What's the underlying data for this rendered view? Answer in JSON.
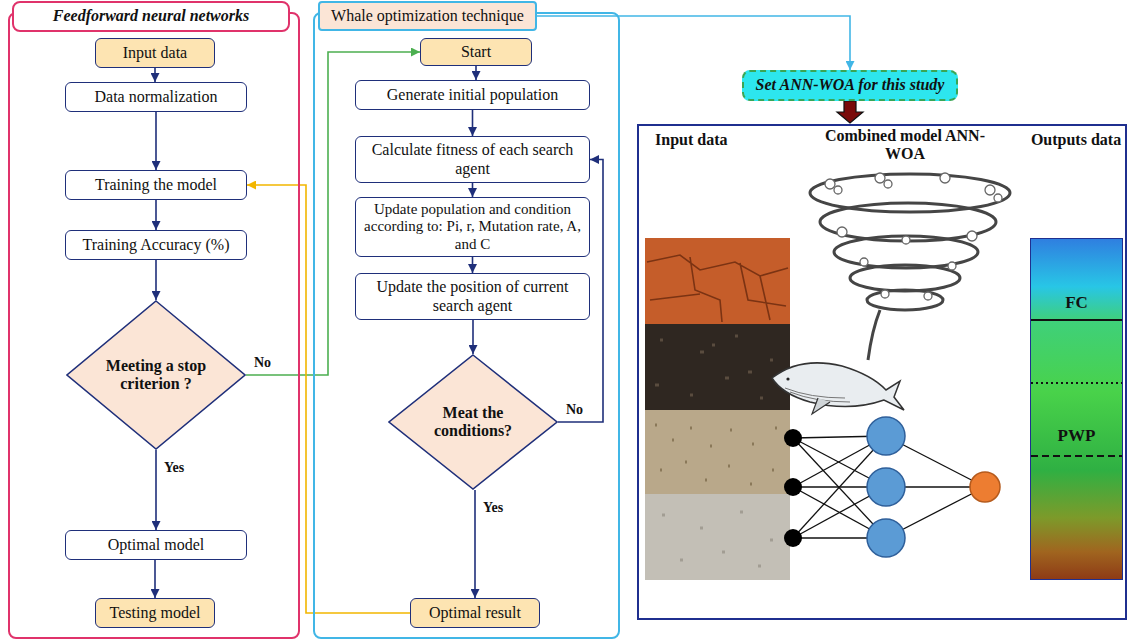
{
  "diagram": {
    "nodes": [
      {
        "text": [
          "Feedforward neural networks"
        ]
      },
      {
        "text": [
          "Input data"
        ],
        "in": 0
      },
      {
        "text": [
          "Data normalization"
        ],
        "in": 0
      },
      {
        "text": [
          "Training the model"
        ],
        "in": 0
      },
      {
        "text": [
          "Training Accuracy (%)"
        ],
        "in": 0
      },
      {
        "text": [
          "Meeting a stop criterion ?"
        ],
        "in": 0
      },
      {
        "text": [
          "Optimal model"
        ],
        "in": 0
      },
      {
        "text": [
          "Testing model"
        ],
        "in": 0
      },
      {
        "text": [
          "Whale optimization technique"
        ]
      },
      {
        "text": [
          "Start"
        ],
        "in": 8
      },
      {
        "text": [
          "Generate initial population"
        ],
        "in": 8
      },
      {
        "text": [
          "Calculate fitness of each search agent"
        ],
        "in": 8
      },
      {
        "text": [
          "Update population and condition according to: Pi, r, Mutation rate, A, and C"
        ],
        "in": 8
      },
      {
        "text": [
          "Update the position of current search agent"
        ],
        "in": 8
      },
      {
        "text": [
          "Meat the conditions?"
        ],
        "in": 8
      },
      {
        "text": [
          "Optimal result"
        ],
        "in": 8
      },
      {
        "text": [
          "Set ANN-WOA for this study"
        ]
      },
      {
        "text": [
          "Input data",
          "Combined model ANN-WOA",
          "Outputs data"
        ]
      },
      {
        "text": [
          "FC",
          "PWP"
        ],
        "in": 17
      }
    ],
    "edges": [
      {
        "from": 1,
        "to": 2,
        "arrow": "to"
      },
      {
        "from": 2,
        "to": 3,
        "arrow": "to"
      },
      {
        "from": 3,
        "to": 4,
        "arrow": "to"
      },
      {
        "from": 4,
        "to": 5,
        "arrow": "to"
      },
      {
        "from": 5,
        "to": 6,
        "label": "Yes",
        "arrow": "to"
      },
      {
        "from": 6,
        "to": 7,
        "arrow": "to"
      },
      {
        "from": 5,
        "to": 9,
        "label": "No",
        "arrow": "to"
      },
      {
        "from": 9,
        "to": 10,
        "arrow": "to"
      },
      {
        "from": 10,
        "to": 11,
        "arrow": "to"
      },
      {
        "from": 11,
        "to": 12,
        "arrow": "to"
      },
      {
        "from": 12,
        "to": 13,
        "arrow": "to"
      },
      {
        "from": 13,
        "to": 14,
        "arrow": "to"
      },
      {
        "from": 14,
        "to": 15,
        "label": "Yes",
        "arrow": "to"
      },
      {
        "from": 14,
        "to": 11,
        "label": "No",
        "arrow": "to"
      },
      {
        "from": 15,
        "to": 3,
        "arrow": "to"
      },
      {
        "from": 8,
        "to": 16,
        "arrow": "to"
      },
      {
        "from": 16,
        "to": 17,
        "arrow": "to"
      }
    ]
  }
}
